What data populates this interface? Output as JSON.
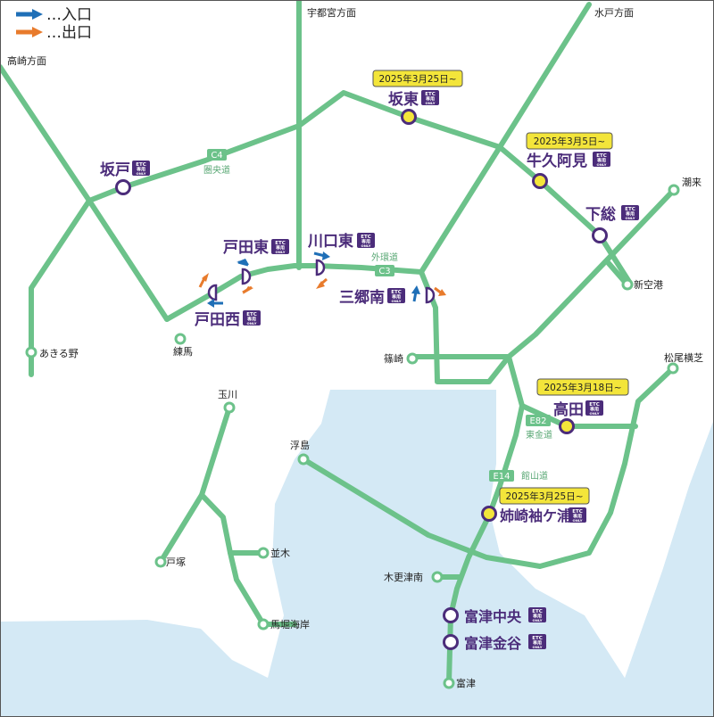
{
  "legend": {
    "entry_label": "…入口",
    "exit_label": "…出口",
    "entry_color": "#1f6fb7",
    "exit_color": "#e87b2c"
  },
  "colors": {
    "road": "#6cc28a",
    "sea": "#d4e9f5",
    "station_ring": "#4b2c7a",
    "new_fill": "#f3e53a",
    "label": "#4b2c7a"
  },
  "directions": {
    "takasaki": "高崎方面",
    "utsunomiya": "宇都宮方面",
    "mito": "水戸方面"
  },
  "routes": {
    "c4_badge": "C4",
    "c4_name": "圏央道",
    "c3_badge": "C3",
    "c3_name": "外環道",
    "e82_badge": "E82",
    "e82_name": "東金道",
    "e14_badge": "E14",
    "e14_name": "館山道"
  },
  "etc_badge": {
    "line1": "ETC",
    "line2": "専用",
    "line3": "ONLY"
  },
  "stations": {
    "sakado": "坂戸",
    "bando": "坂東",
    "ushikuami": "牛久阿見",
    "shimofusa": "下総",
    "todahigashi": "戸田東",
    "kawaguchihigashi": "川口東",
    "todanishi": "戸田西",
    "misatominami": "三郷南",
    "takata": "高田",
    "anegasaki": "姉崎袖ケ浦",
    "futtsuchuo": "富津中央",
    "futtsukanaya": "富津金谷"
  },
  "dates": {
    "bando": "2025年3月25日~",
    "ushikuami": "2025年3月5日~",
    "takata": "2025年3月18日~",
    "anegasaki": "2025年3月25日~"
  },
  "places": {
    "itako": "潮来",
    "shinkuko": "新空港",
    "akiruno": "あきる野",
    "nerima": "練馬",
    "shinozaki": "篠崎",
    "matsuoyokoshiba": "松尾横芝",
    "tamagawa": "玉川",
    "ukishima": "浮島",
    "totsuka": "戸塚",
    "namiki": "並木",
    "umahori": "馬堀海岸",
    "kisarazuminami": "木更津南",
    "futtsu": "富津"
  }
}
